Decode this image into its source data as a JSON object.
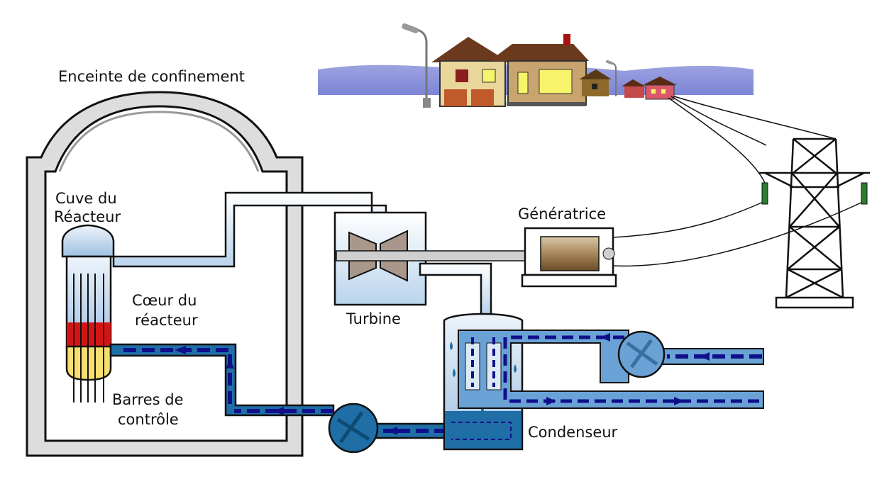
{
  "labels": {
    "containment": "Enceinte de confinement",
    "vessel_line1": "Cuve du",
    "vessel_line2": "Réacteur",
    "core_line1": "Cœur du",
    "core_line2": "réacteur",
    "rods_line1": "Barres de",
    "rods_line2": "contrôle",
    "turbine": "Turbine",
    "generator": "Génératrice",
    "condenser": "Condenseur"
  },
  "colors": {
    "containment_fill": "#dddddd",
    "steam": "#dbe9f5",
    "hot_water": "#1f6ea6",
    "flow_arrows": "#10108a",
    "cooling_water": "#6aa2d6",
    "core_red": "#d41414",
    "core_yellow": "#f6df6f"
  }
}
